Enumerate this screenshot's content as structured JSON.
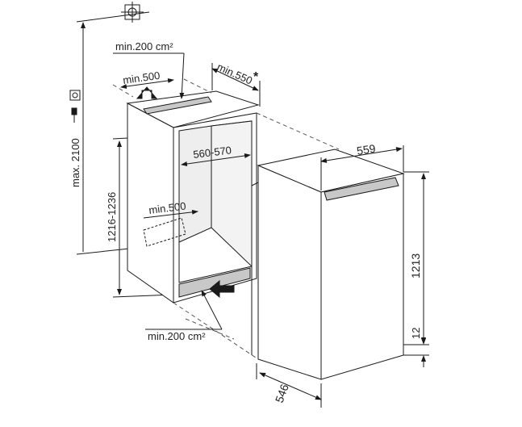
{
  "labels": {
    "vent_top": "min.200 cm²",
    "depth_top": "min.500",
    "clearance": "min.550",
    "asterisk": "*",
    "max_height": "max. 2100",
    "niche_height": "1216-1236",
    "niche_width": "560-570",
    "depth_bottom": "min.500",
    "vent_bottom": "min.200 cm²",
    "appliance_width": "559",
    "appliance_height": "1213",
    "plinth": "12",
    "appliance_depth": "546"
  },
  "colors": {
    "line": "#1a1a1a",
    "insulation": "#c8c8c8",
    "inner_shade": "#e6e6e6"
  }
}
